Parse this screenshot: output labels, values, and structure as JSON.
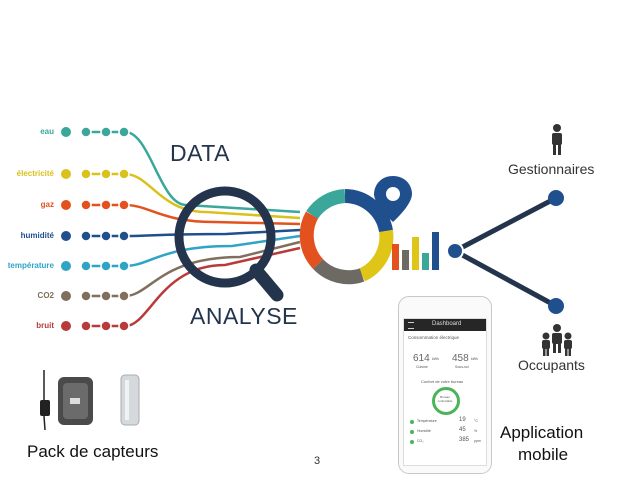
{
  "sensors": [
    {
      "label": "eau",
      "color": "#3aa79a"
    },
    {
      "label": "électricité",
      "color": "#d9c21c"
    },
    {
      "label": "gaz",
      "color": "#e3521e"
    },
    {
      "label": "humidité",
      "color": "#1f4f8d"
    },
    {
      "label": "température",
      "color": "#2ea5c4"
    },
    {
      "label": "CO2",
      "color": "#806f5c"
    },
    {
      "label": "bruit",
      "color": "#b83a3a"
    }
  ],
  "titles": {
    "data": "DATA",
    "analyse": "ANALYSE"
  },
  "roles": {
    "managers": "Gestionnaires",
    "occupants": "Occupants"
  },
  "captions": {
    "sensor_pack": "Pack de capteurs",
    "app_line1": "Application",
    "app_line2": "mobile",
    "page_number": "3"
  },
  "phone": {
    "header": "Dashboard",
    "section1": "Consommation électrique",
    "value1": "614",
    "unit1": "kWh",
    "sub1": "Cuisine",
    "value2": "458",
    "unit2": "kWh",
    "sub2": "Sous-sol",
    "section2": "Confort de votre bureau",
    "gauge_label": "Bureau confortable",
    "rows": [
      {
        "label": "Température",
        "value": "19",
        "unit": "°C"
      },
      {
        "label": "Humidité",
        "value": "45",
        "unit": "%"
      },
      {
        "label": "CO₂",
        "value": "385",
        "unit": "ppm"
      }
    ]
  },
  "colors": {
    "navy": "#24344d",
    "hub_blue": "#1f4f8d",
    "donut_gray": "#6d6a63"
  }
}
